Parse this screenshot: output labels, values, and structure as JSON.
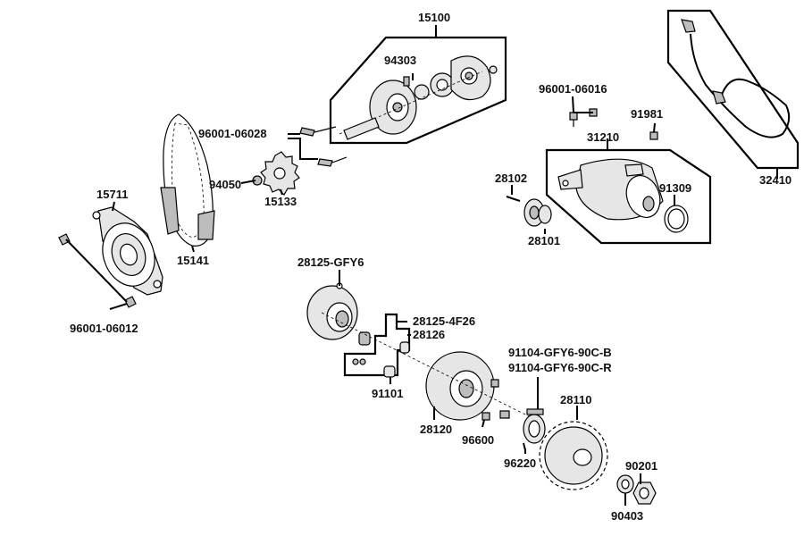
{
  "parts": {
    "p15100": "15100",
    "p94303": "94303",
    "p96001_06028": "96001-06028",
    "p94050": "94050",
    "p15133": "15133",
    "p15711": "15711",
    "p15141": "15141",
    "p96001_06012": "96001-06012",
    "p96001_06016": "96001-06016",
    "p91981": "91981",
    "p31210": "31210",
    "p28102": "28102",
    "p91309": "91309",
    "p28101": "28101",
    "p32410": "32410",
    "p28125_GFY6": "28125-GFY6",
    "p28125_4F26": "28125-4F26",
    "p28126": "28126",
    "p91104_GFY6_90C_B": "91104-GFY6-90C-B",
    "p91104_GFY6_90C_R": "91104-GFY6-90C-R",
    "p91101": "91101",
    "p28110": "28110",
    "p28120": "28120",
    "p96600": "96600",
    "p96220": "96220",
    "p90201": "90201",
    "p90403": "90403"
  }
}
